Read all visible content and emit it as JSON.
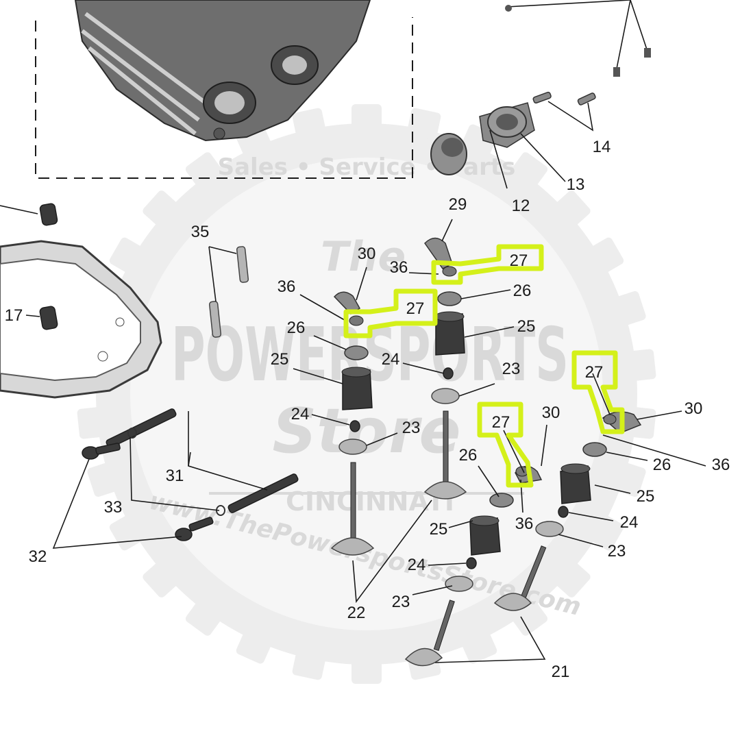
{
  "watermark": {
    "ribbon": "Sales • Service • Parts",
    "the": "The",
    "name_line1": "POWERSPORTS",
    "name_line2": "Store",
    "city": "CINCINNATI",
    "url": "www.ThePowersportsStore.com"
  },
  "labels": {
    "p12": "12",
    "p13": "13",
    "p14": "14",
    "p17": "17",
    "p21": "21",
    "p22": "22",
    "p23a": "23",
    "p23b": "23",
    "p23c": "23",
    "p23d": "23",
    "p24a": "24",
    "p24b": "24",
    "p24c": "24",
    "p24d": "24",
    "p25a": "25",
    "p25b": "25",
    "p25c": "25",
    "p25d": "25",
    "p26a": "26",
    "p26b": "26",
    "p26c": "26",
    "p26d": "26",
    "p27a": "27",
    "p27b": "27",
    "p27c": "27",
    "p27d": "27",
    "p29": "29",
    "p30a": "30",
    "p30b": "30",
    "p30c": "30",
    "p31": "31",
    "p32": "32",
    "p33": "33",
    "p35": "35",
    "p36a": "36",
    "p36b": "36",
    "p36c": "36",
    "p36d": "36"
  },
  "colors": {
    "highlight": "#d4f01a",
    "watermark": "#d9d9d9",
    "ink": "#1a1a1a"
  }
}
